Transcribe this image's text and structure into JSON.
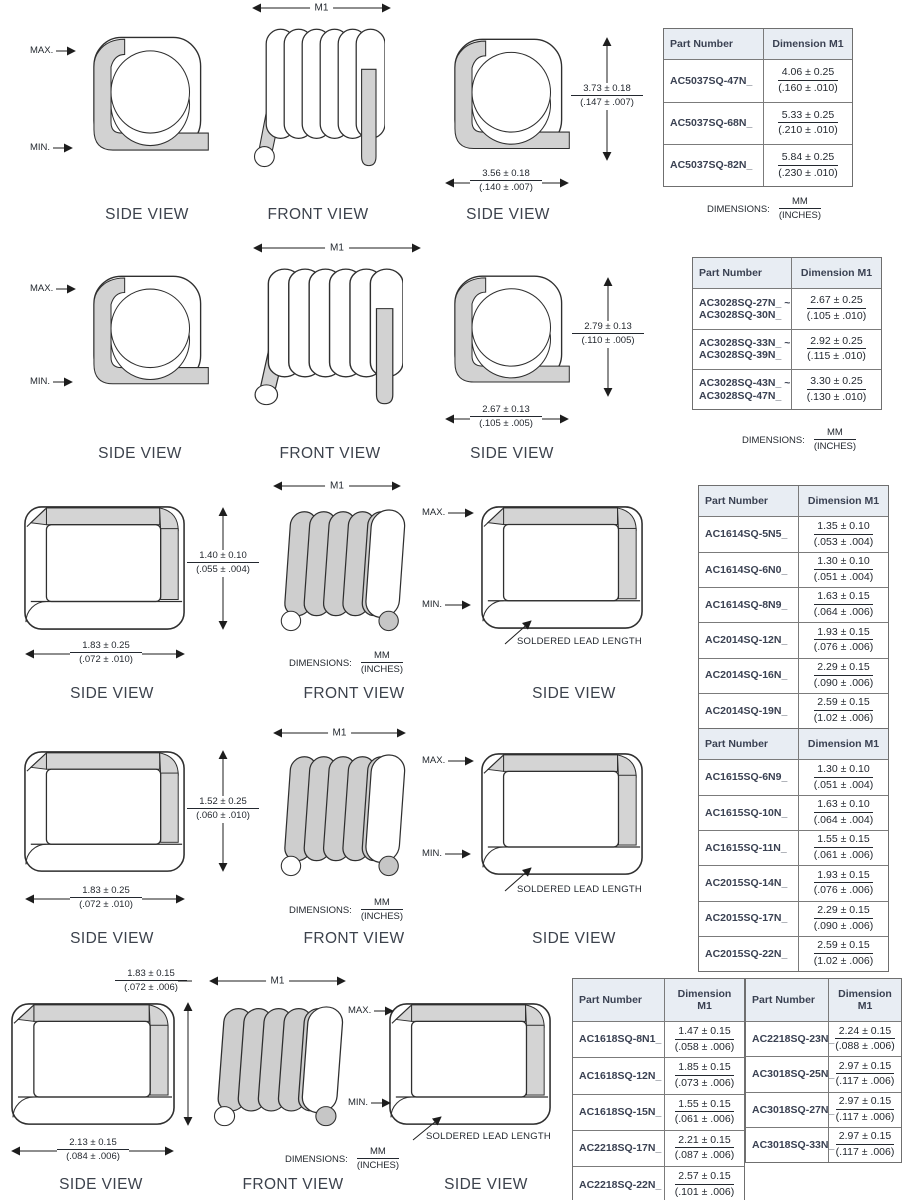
{
  "labels": {
    "side_view": "SIDE VIEW",
    "front_view": "FRONT VIEW",
    "max": "MAX.",
    "min": "MIN.",
    "m1": "M1",
    "soldered_lead": "SOLDERED LEAD LENGTH",
    "dimensions_prefix": "DIMENSIONS:",
    "units_mm": "MM",
    "units_inches": "(INCHES)"
  },
  "colors": {
    "table_header_bg": "#e8edf3",
    "drawing_fill_gray": "#d2d2d2",
    "text": "#2e3540"
  },
  "figure_dimensions": {
    "row1": {
      "height_mm": "3.73 ± 0.18",
      "height_in": "(.147 ± .007)",
      "width_mm": "3.56 ± 0.18",
      "width_in": "(.140 ± .007)"
    },
    "row2": {
      "height_mm": "2.79 ± 0.13",
      "height_in": "(.110 ± .005)",
      "width_mm": "2.67 ± 0.13",
      "width_in": "(.105 ± .005)"
    },
    "row3": {
      "height_mm": "1.40 ± 0.10",
      "height_in": "(.055 ± .004)",
      "width_mm": "1.83 ± 0.25",
      "width_in": "(.072 ± .010)"
    },
    "row4": {
      "height_mm": "1.52 ± 0.25",
      "height_in": "(.060 ± .010)",
      "width_mm": "1.83 ± 0.25",
      "width_in": "(.072 ± .010)"
    },
    "row5": {
      "top_mm": "1.83 ± 0.15",
      "top_in": "(.072 ± .006)",
      "width_mm": "2.13 ± 0.15",
      "width_in": "(.084 ± .006)"
    }
  },
  "tables": [
    {
      "headers": [
        "Part Number",
        "Dimension M1"
      ],
      "rows": [
        {
          "part": [
            "AC5037SQ-47N_"
          ],
          "mm": "4.06 ± 0.25",
          "in": "(.160 ± .010)"
        },
        {
          "part": [
            "AC5037SQ-68N_"
          ],
          "mm": "5.33 ± 0.25",
          "in": "(.210 ± .010)"
        },
        {
          "part": [
            "AC5037SQ-82N_"
          ],
          "mm": "5.84 ± 0.25",
          "in": "(.230 ± .010)"
        }
      ]
    },
    {
      "headers": [
        "Part Number",
        "Dimension M1"
      ],
      "rows": [
        {
          "part": [
            "AC3028SQ-27N_ ~",
            "AC3028SQ-30N_"
          ],
          "mm": "2.67 ± 0.25",
          "in": "(.105 ± .010)"
        },
        {
          "part": [
            "AC3028SQ-33N_ ~",
            "AC3028SQ-39N_"
          ],
          "mm": "2.92 ± 0.25",
          "in": "(.115 ± .010)"
        },
        {
          "part": [
            "AC3028SQ-43N_ ~",
            "AC3028SQ-47N_"
          ],
          "mm": "3.30 ± 0.25",
          "in": "(.130 ± .010)"
        }
      ]
    },
    {
      "headers": [
        "Part Number",
        "Dimension M1"
      ],
      "rows": [
        {
          "part": [
            "AC1614SQ-5N5_"
          ],
          "mm": "1.35 ± 0.10",
          "in": "(.053 ± .004)"
        },
        {
          "part": [
            "AC1614SQ-6N0_"
          ],
          "mm": "1.30 ± 0.10",
          "in": "(.051 ± .004)"
        },
        {
          "part": [
            "AC1614SQ-8N9_"
          ],
          "mm": "1.63 ± 0.15",
          "in": "(.064 ± .006)"
        },
        {
          "part": [
            "AC2014SQ-12N_"
          ],
          "mm": "1.93 ± 0.15",
          "in": "(.076 ± .006)"
        },
        {
          "part": [
            "AC2014SQ-16N_"
          ],
          "mm": "2.29 ± 0.15",
          "in": "(.090 ± .006)"
        },
        {
          "part": [
            "AC2014SQ-19N_"
          ],
          "mm": "2.59 ± 0.15",
          "in": "(1.02 ± .006)"
        }
      ]
    },
    {
      "headers": [
        "Part Number",
        "Dimension M1"
      ],
      "rows": [
        {
          "part": [
            "AC1615SQ-6N9_"
          ],
          "mm": "1.30 ± 0.10",
          "in": "(.051 ± .004)"
        },
        {
          "part": [
            "AC1615SQ-10N_"
          ],
          "mm": "1.63 ± 0.10",
          "in": "(.064 ± .004)"
        },
        {
          "part": [
            "AC1615SQ-11N_"
          ],
          "mm": "1.55 ± 0.15",
          "in": "(.061 ± .006)"
        },
        {
          "part": [
            "AC2015SQ-14N_"
          ],
          "mm": "1.93 ± 0.15",
          "in": "(.076 ± .006)"
        },
        {
          "part": [
            "AC2015SQ-17N_"
          ],
          "mm": "2.29 ± 0.15",
          "in": "(.090 ± .006)"
        },
        {
          "part": [
            "AC2015SQ-22N_"
          ],
          "mm": "2.59 ± 0.15",
          "in": "(1.02 ± .006)"
        }
      ]
    },
    {
      "headers": [
        "Part Number",
        "Dimension M1"
      ],
      "rows": [
        {
          "part": [
            "AC1618SQ-8N1_"
          ],
          "mm": "1.47 ± 0.15",
          "in": "(.058 ± .006)"
        },
        {
          "part": [
            "AC1618SQ-12N_"
          ],
          "mm": "1.85 ± 0.15",
          "in": "(.073 ± .006)"
        },
        {
          "part": [
            "AC1618SQ-15N_"
          ],
          "mm": "1.55 ± 0.15",
          "in": "(.061 ± .006)"
        },
        {
          "part": [
            "AC2218SQ-17N_"
          ],
          "mm": "2.21 ± 0.15",
          "in": "(.087 ± .006)"
        },
        {
          "part": [
            "AC2218SQ-22N_"
          ],
          "mm": "2.57 ± 0.15",
          "in": "(.101 ± .006)"
        }
      ]
    },
    {
      "headers": [
        "Part Number",
        "Dimension M1"
      ],
      "rows": [
        {
          "part": [
            "AC2218SQ-23N_"
          ],
          "mm": "2.24 ± 0.15",
          "in": "(.088 ± .006)"
        },
        {
          "part": [
            "AC3018SQ-25N_"
          ],
          "mm": "2.97 ± 0.15",
          "in": "(.117 ± .006)"
        },
        {
          "part": [
            "AC3018SQ-27N_"
          ],
          "mm": "2.97 ± 0.15",
          "in": "(.117 ± .006)"
        },
        {
          "part": [
            "AC3018SQ-33N_"
          ],
          "mm": "2.97 ± 0.15",
          "in": "(.117 ± .006)"
        }
      ]
    }
  ]
}
